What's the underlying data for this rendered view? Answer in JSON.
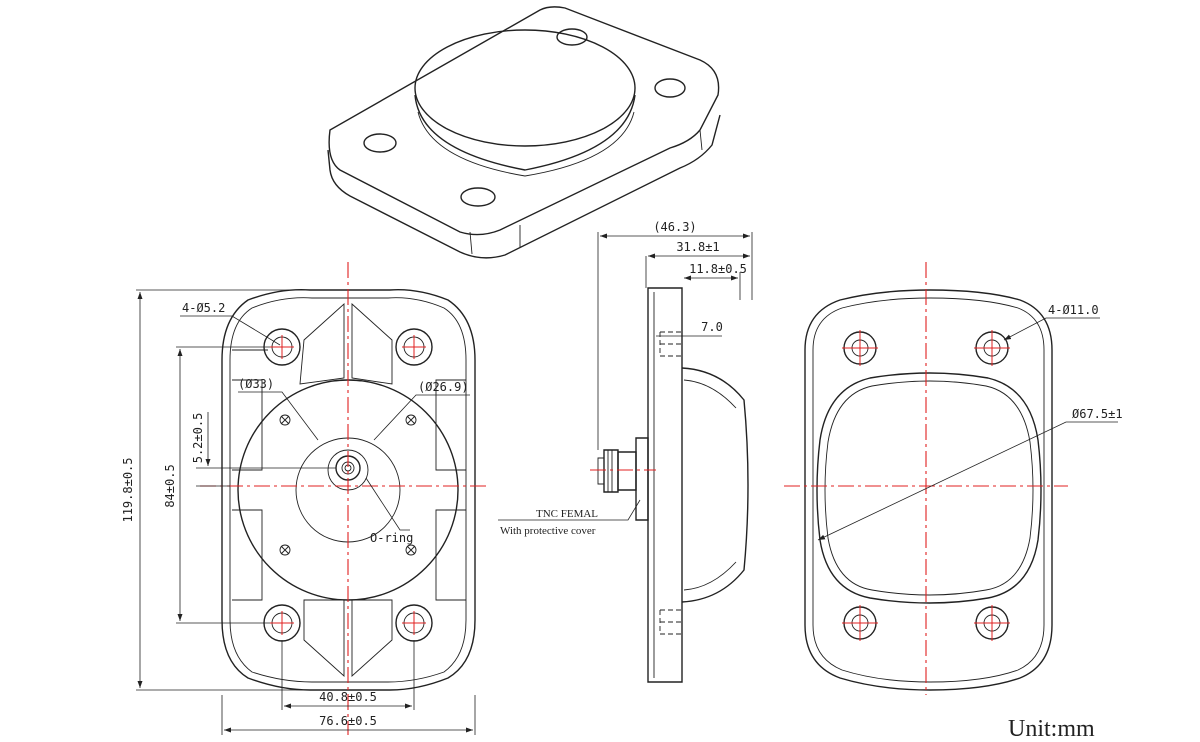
{
  "colors": {
    "stroke": "#222222",
    "centerline": "#e02020",
    "background": "#ffffff"
  },
  "front_view": {
    "label_holes": "4-Ø5.2",
    "label_dia_33": "(Ø33)",
    "label_dia_26_9": "(Ø26.9)",
    "label_oring": "O-ring",
    "dim_height_overall": "119.8±0.5",
    "dim_hole_spacing_v": "84±0.5",
    "dim_offset": "5.2±0.5",
    "dim_hole_spacing_h": "40.8±0.5",
    "dim_width_overall": "76.6±0.5"
  },
  "side_view": {
    "dim_total": "(46.3)",
    "dim_body": "31.8±1",
    "dim_base": "11.8±0.5",
    "dim_boss": "7.0",
    "connector_label": "TNC FEMAL",
    "connector_note": "With protective cover"
  },
  "back_view": {
    "label_holes": "4-Ø11.0",
    "dim_dome": "Ø67.5±1"
  },
  "unit_label": "Unit:mm"
}
